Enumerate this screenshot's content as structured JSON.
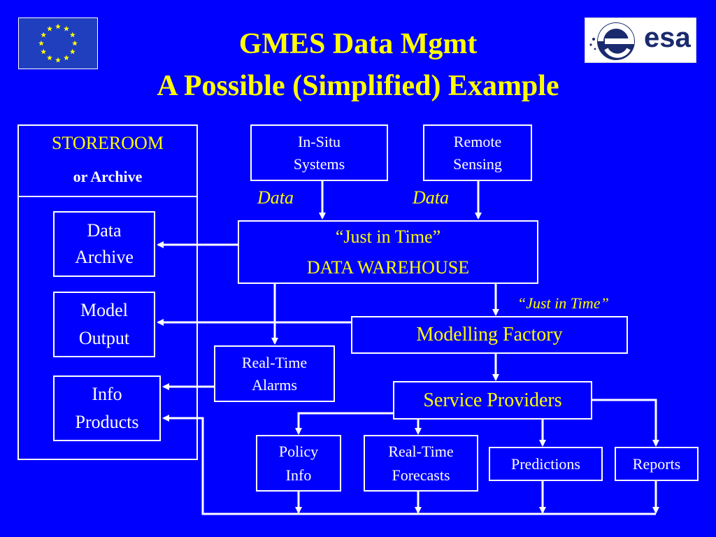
{
  "title": {
    "line1": "GMES Data Mgmt",
    "line2": "A Possible (Simplified) Example"
  },
  "logos": {
    "eu_flag": "eu-flag",
    "esa_text": "esa"
  },
  "storeroom": {
    "title": "STOREROOM",
    "subtitle": "or Archive",
    "items": [
      {
        "line1": "Data",
        "line2": "Archive"
      },
      {
        "line1": "Model",
        "line2": "Output"
      },
      {
        "line1": "Info",
        "line2": "Products"
      }
    ]
  },
  "sources": [
    {
      "line1": "In-Situ",
      "line2": "Systems",
      "flow_label": "Data"
    },
    {
      "line1": "Remote",
      "line2": "Sensing",
      "flow_label": "Data"
    }
  ],
  "warehouse": {
    "line1": "“Just in Time”",
    "line2": "DATA WAREHOUSE"
  },
  "jit_label": "“Just in Time”",
  "modelling_factory": "Modelling Factory",
  "alarms": {
    "line1": "Real-Time",
    "line2": "Alarms"
  },
  "service_providers": "Service Providers",
  "outputs": [
    {
      "line1": "Policy",
      "line2": "Info"
    },
    {
      "line1": "Real-Time",
      "line2": "Forecasts"
    },
    {
      "line1": "Predictions",
      "line2": ""
    },
    {
      "line1": "Reports",
      "line2": ""
    }
  ],
  "colors": {
    "background": "#0000ff",
    "title": "#ffff00",
    "lines": "#ffffff",
    "esa_logo_bg": "#ffffff",
    "esa_logo_fg": "#1a2a6e"
  }
}
